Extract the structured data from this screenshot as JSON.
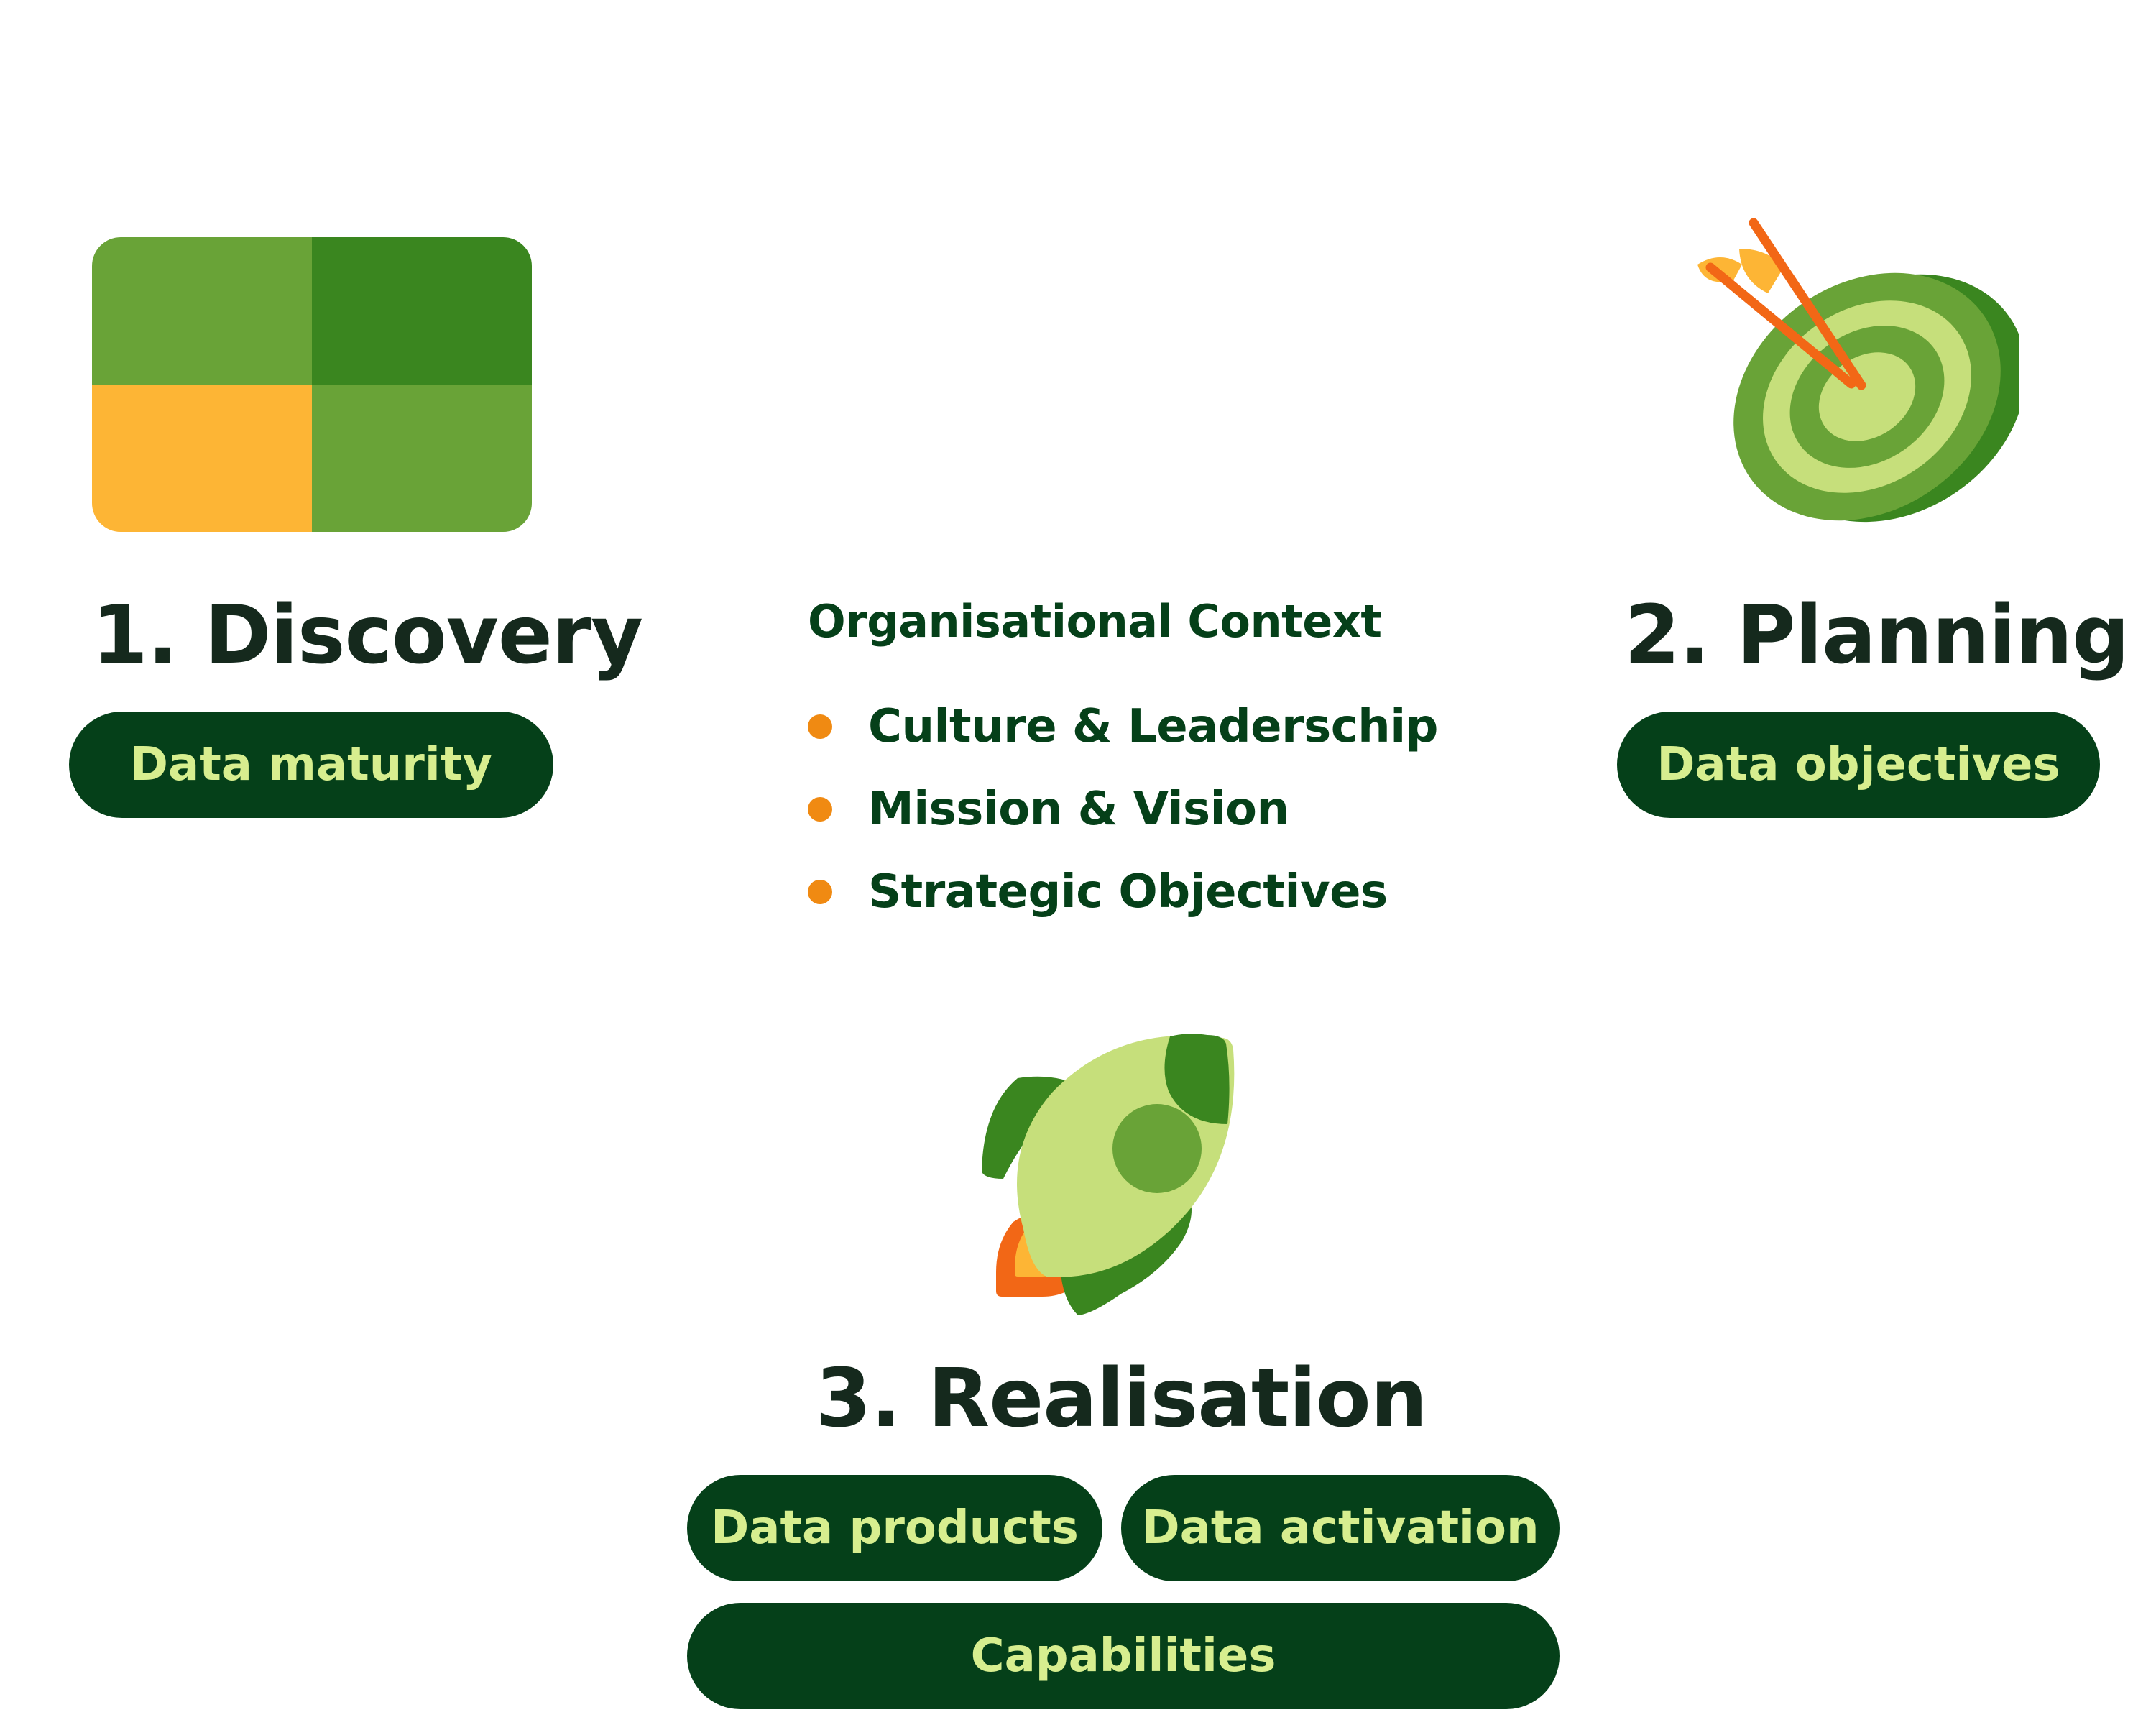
{
  "steps": {
    "discovery": {
      "title": "1. Discovery",
      "tags": [
        "Data maturity"
      ],
      "icon": "grid-icon"
    },
    "planning": {
      "title": "2. Planning",
      "tags": [
        "Data objectives"
      ],
      "icon": "target-icon"
    },
    "realisation": {
      "title": "3. Realisation",
      "tags": [
        "Data products",
        "Data activation",
        "Capabilities"
      ],
      "icon": "rocket-icon"
    }
  },
  "context": {
    "title": "Organisational Context",
    "items": [
      "Culture & Leaderschip",
      "Mission & Vision",
      "Strategic Objectives"
    ]
  },
  "colors": {
    "dark_green": "#054019",
    "pill_text": "#d7ee8f",
    "green": "#69a337",
    "deep_green": "#3a861f",
    "light_green": "#c6df7b",
    "yellow": "#fdb535",
    "orange": "#f26716",
    "bullet": "#f08a12"
  }
}
